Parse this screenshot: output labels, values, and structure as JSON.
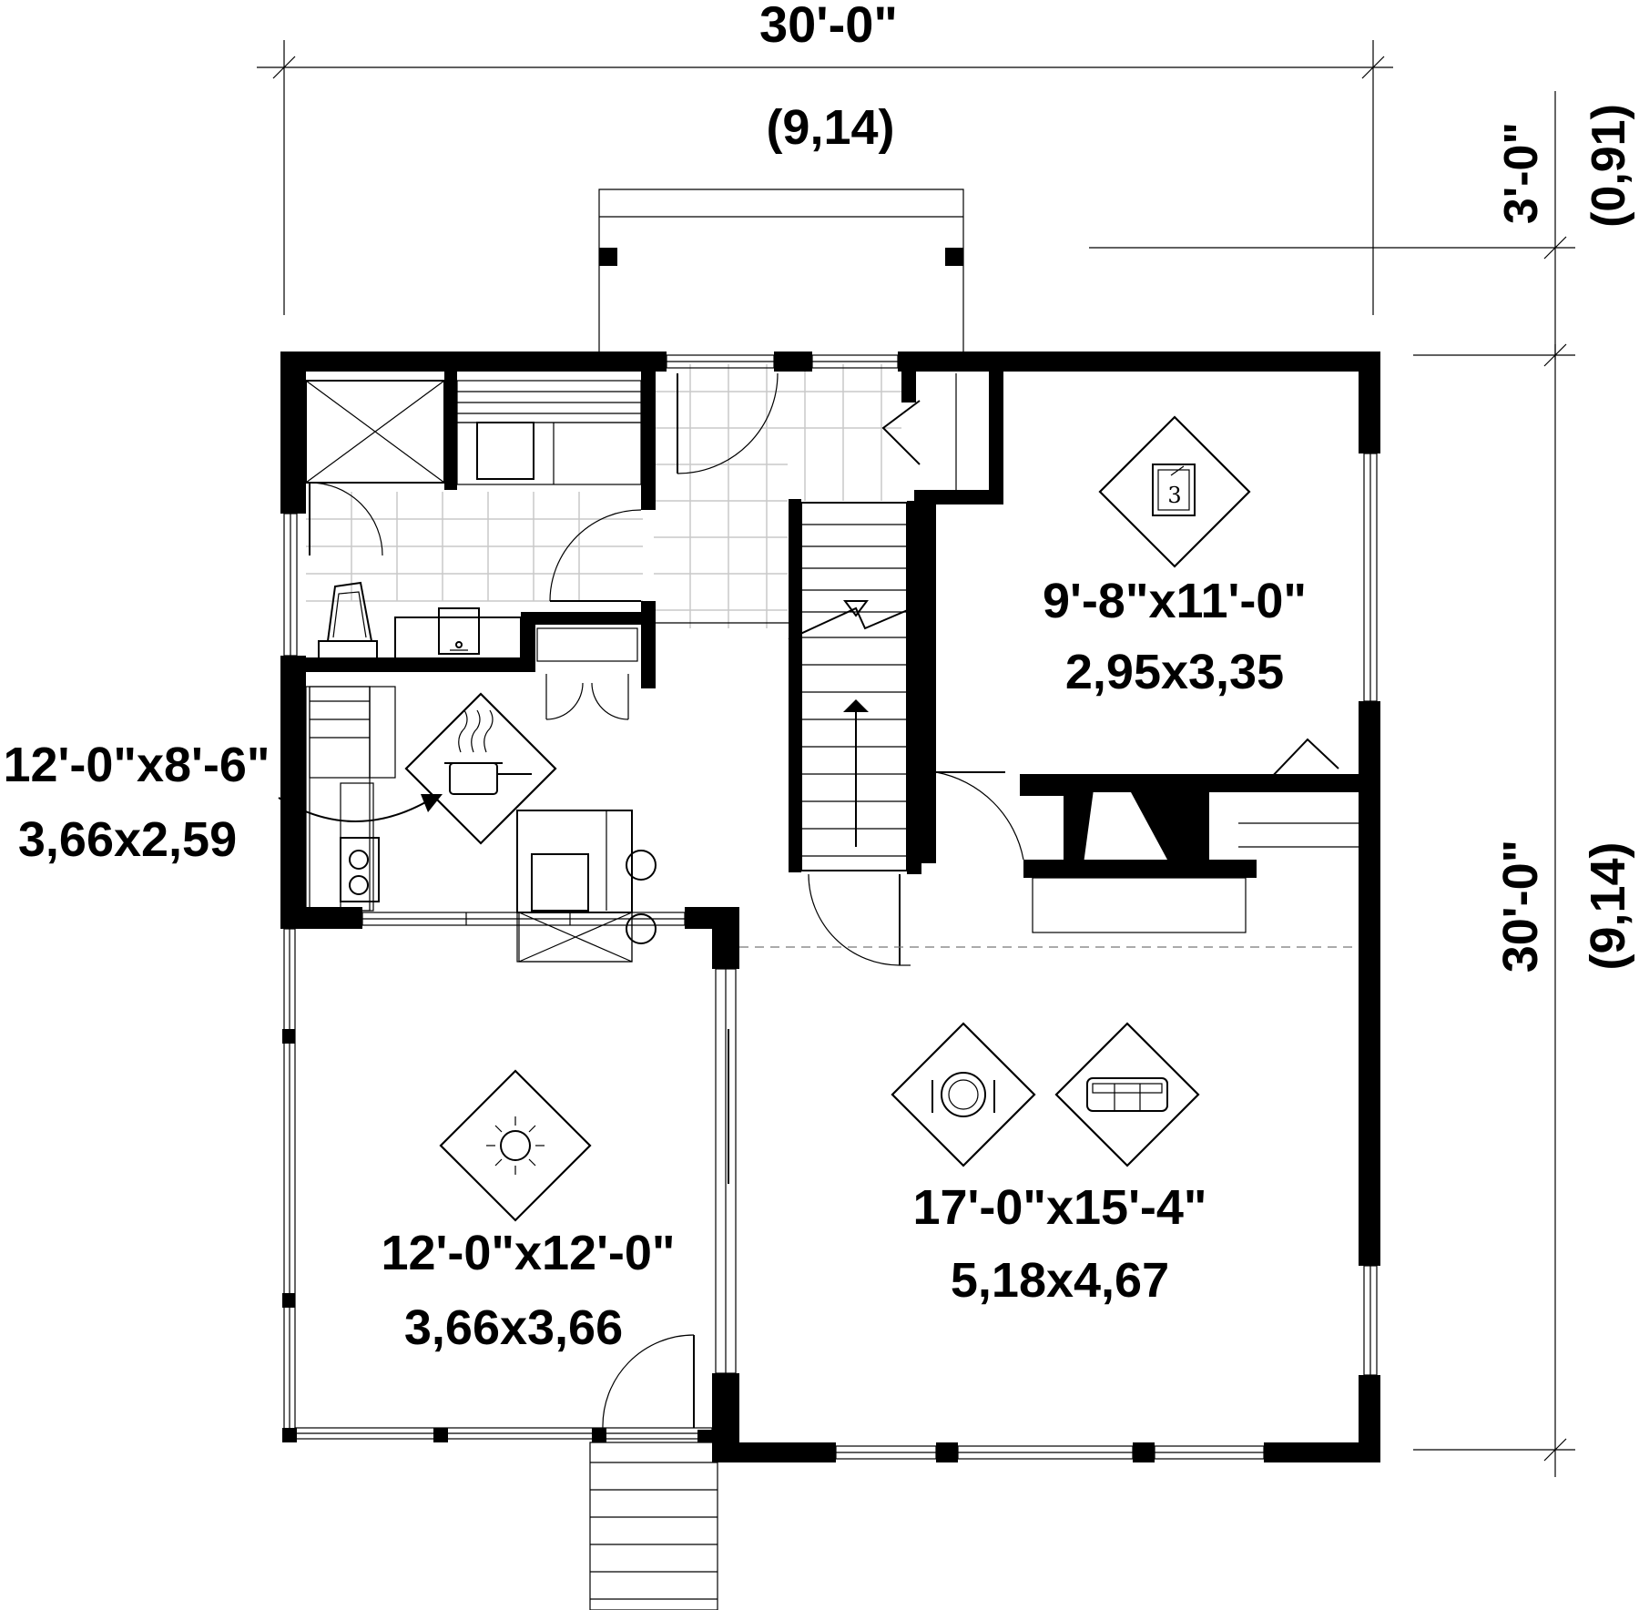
{
  "dimensions": {
    "top_imperial": "30'-0\"",
    "top_metric": "(9,14)",
    "porch_imperial": "3'-0\"",
    "porch_metric": "(0,91)",
    "right_imperial": "30'-0\"",
    "right_metric": "(9,14)"
  },
  "rooms": {
    "bedroom": {
      "imperial": "9'-8\"x11'-0\"",
      "metric": "2,95x3,35",
      "badge": "3"
    },
    "kitchen": {
      "imperial": "12'-0\"x8'-6\"",
      "metric": "3,66x2,59"
    },
    "living": {
      "imperial": "17'-0\"x15'-4\"",
      "metric": "5,18x4,67"
    },
    "sunroom": {
      "imperial": "12'-0\"x12'-0\"",
      "metric": "3,66x3,66"
    }
  }
}
